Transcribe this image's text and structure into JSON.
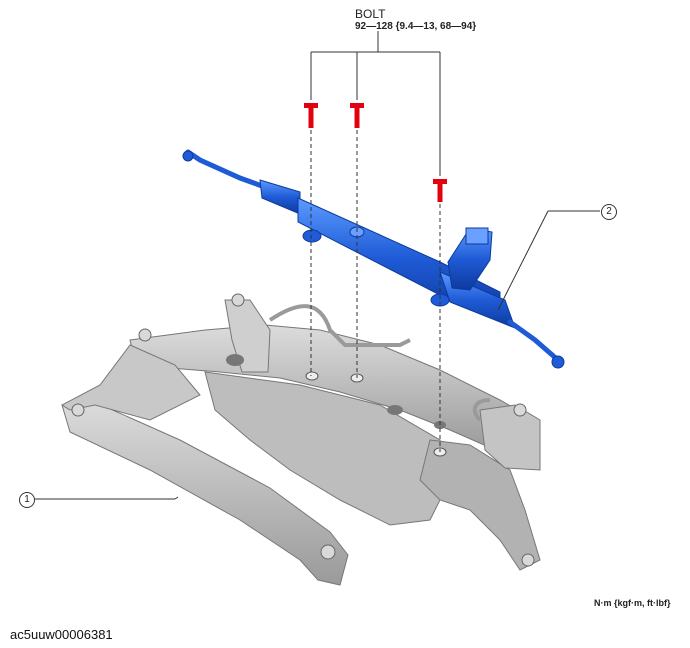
{
  "bolt_label": {
    "title": "BOLT",
    "spec": "92—128 {9.4—13, 68—94}"
  },
  "callouts": [
    {
      "number": "1",
      "part": "crossmember"
    },
    {
      "number": "2",
      "part": "steering-gear"
    }
  ],
  "units_note": "N·m {kgf·m, ft·lbf}",
  "image_id": "ac5uuw00006381",
  "colors": {
    "steering_gear": "#1f5bd6",
    "steering_gear_light": "#6aa0ff",
    "bolt": "#e3000f",
    "crossmember": "#b9b9b9",
    "crossmember_dark": "#8a8a8a",
    "leader_line": "#333333"
  }
}
